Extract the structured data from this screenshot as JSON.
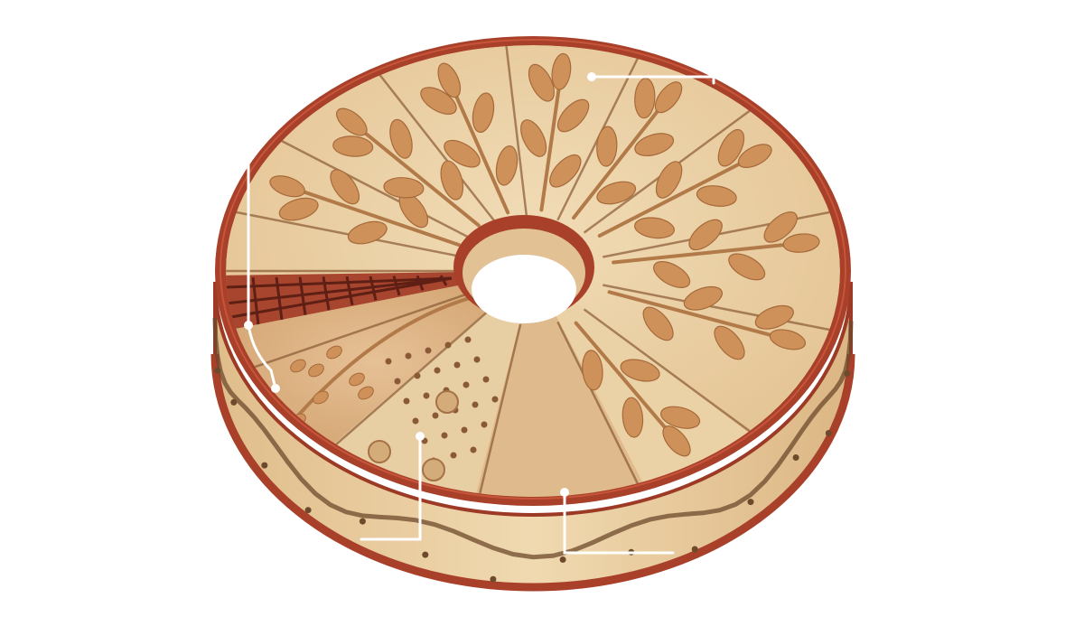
{
  "figure": {
    "subject": "wooden-ring-model",
    "colors": {
      "background": "#ffffff",
      "rim": "#a8402a",
      "rim_dark": "#7e2c1c",
      "wood_light": "#ecd2a8",
      "wood_mid": "#dcb485",
      "wood_side": "#e6c898",
      "leaf": "#cf915a",
      "leaf_stroke": "#a66a3a",
      "tile": "#a8452e",
      "tile_line": "#5e1f14",
      "sand": "#d9ad7e",
      "callout": "#ffffff"
    },
    "segments": [
      {
        "id": "leaf-branches",
        "pattern": "leaves"
      },
      {
        "id": "brick-tiles",
        "pattern": "grid"
      },
      {
        "id": "seed-sand",
        "pattern": "seeds"
      },
      {
        "id": "dotted-board",
        "pattern": "dots"
      },
      {
        "id": "fine-sand",
        "pattern": "plain"
      },
      {
        "id": "plain-wood",
        "pattern": "plain"
      }
    ],
    "callouts": [
      {
        "id": "callout-top"
      },
      {
        "id": "callout-left"
      },
      {
        "id": "callout-bottom-left"
      },
      {
        "id": "callout-bottom-right"
      }
    ]
  }
}
